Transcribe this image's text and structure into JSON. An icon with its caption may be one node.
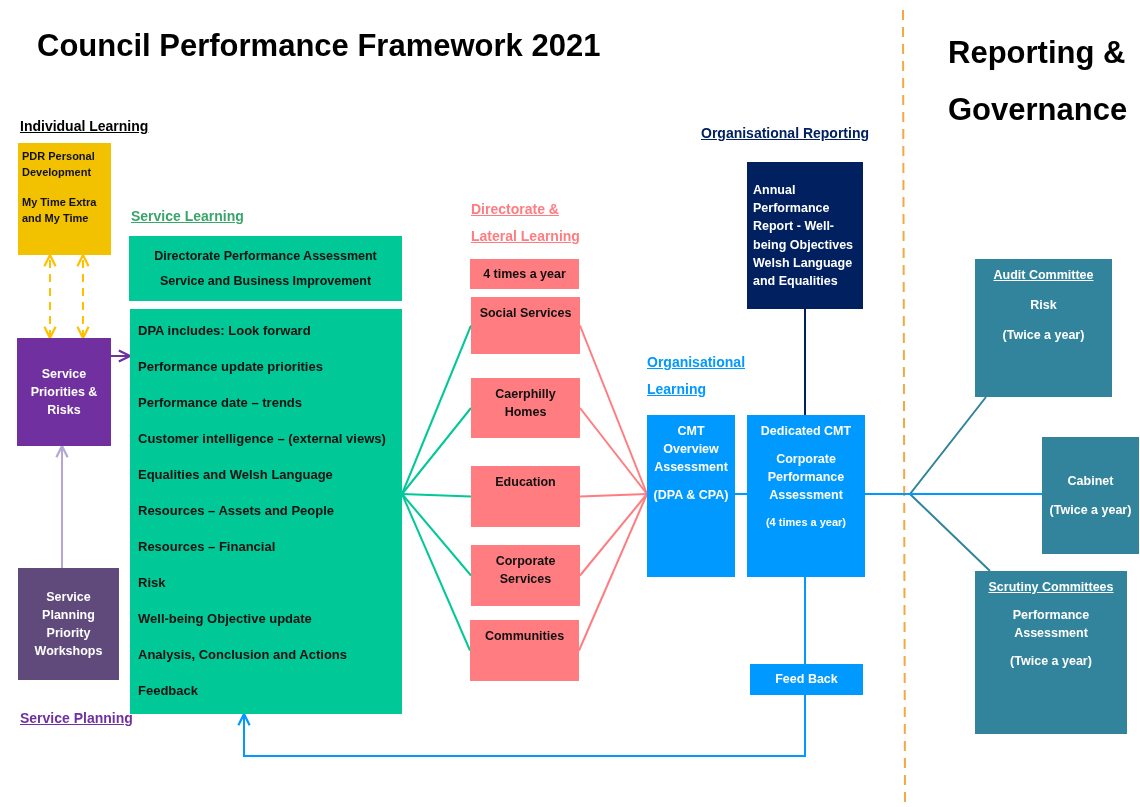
{
  "diagram": {
    "title": "Council Performance Framework 2021",
    "nodes": [
      {
        "text": [
          "PDR Personal Development",
          "My Time Extra and My Time"
        ]
      },
      {
        "text": [
          "Service Priorities & Risks"
        ]
      },
      {
        "text": [
          "Service Planning Priority Workshops"
        ]
      },
      {
        "text": [
          "Directorate Performance Assessment",
          "Service and Business Improvement"
        ]
      },
      {
        "text": [
          "DPA includes: Look forward",
          "Performance update priorities",
          "Performance date – trends",
          "Customer intelligence – (external views)",
          "Equalities and Welsh Language",
          "Resources – Assets and People",
          "Resources – Financial",
          "Risk",
          "Well-being Objective update",
          "Analysis, Conclusion and Actions",
          "Feedback"
        ]
      },
      {
        "text": [
          "4 times a year"
        ]
      },
      {
        "text": [
          "Social Services"
        ]
      },
      {
        "text": [
          "Caerphilly Homes"
        ]
      },
      {
        "text": [
          "Education"
        ]
      },
      {
        "text": [
          "Corporate Services"
        ]
      },
      {
        "text": [
          "Communities"
        ]
      },
      {
        "text": [
          "CMT Overview Assessment",
          "(DPA & CPA)"
        ]
      },
      {
        "text": [
          "Annual Performance Report - Well-being Objectives Welsh Language and Equalities"
        ]
      },
      {
        "text": [
          "Dedicated CMT",
          "Corporate Performance Assessment",
          "(4 times a year)"
        ]
      },
      {
        "text": [
          "Feed Back"
        ]
      },
      {
        "text": [
          "Audit Committee",
          "Risk",
          "(Twice a year)"
        ]
      },
      {
        "text": [
          "Cabinet",
          "(Twice a year)"
        ]
      },
      {
        "text": [
          "Scrutiny Committees",
          "Performance Assessment",
          "(Twice a year)"
        ]
      }
    ],
    "edges": [
      {
        "from": 1,
        "to": 0,
        "arrow": "both",
        "style": "dashed",
        "color": "#ffc000"
      },
      {
        "from": 1,
        "to": 0,
        "arrow": "both",
        "style": "dashed",
        "color": "#ffc000"
      },
      {
        "from": 1,
        "to": 4,
        "arrow": "to",
        "color": "#7030a0"
      },
      {
        "from": 2,
        "to": 1,
        "arrow": "to",
        "color": "#b4a7d6"
      },
      {
        "from": 4,
        "to": 6,
        "arrow": "none",
        "color": "#00c896"
      },
      {
        "from": 4,
        "to": 7,
        "arrow": "none",
        "color": "#00c896"
      },
      {
        "from": 4,
        "to": 8,
        "arrow": "none",
        "color": "#00c896"
      },
      {
        "from": 4,
        "to": 9,
        "arrow": "none",
        "color": "#00c896"
      },
      {
        "from": 4,
        "to": 10,
        "arrow": "none",
        "color": "#00c896"
      },
      {
        "from": 6,
        "to": 11,
        "arrow": "none",
        "color": "#ff7c80"
      },
      {
        "from": 7,
        "to": 11,
        "arrow": "none",
        "color": "#ff7c80"
      },
      {
        "from": 8,
        "to": 11,
        "arrow": "none",
        "color": "#ff7c80"
      },
      {
        "from": 9,
        "to": 11,
        "arrow": "none",
        "color": "#ff7c80"
      },
      {
        "from": 10,
        "to": 11,
        "arrow": "none",
        "color": "#ff7c80"
      },
      {
        "from": 11,
        "to": 13,
        "arrow": "none",
        "color": "#0099ff"
      },
      {
        "from": 12,
        "to": 13,
        "arrow": "none",
        "color": "#002060"
      },
      {
        "from": 13,
        "to": 14,
        "arrow": "none",
        "color": "#0099ff"
      },
      {
        "from": 14,
        "to": 4,
        "arrow": "to",
        "color": "#0099ff"
      },
      {
        "from": 13,
        "to": 15,
        "arrow": "none",
        "color": "#31849b"
      },
      {
        "from": 13,
        "to": 16,
        "arrow": "none",
        "color": "#0099ff"
      },
      {
        "from": 13,
        "to": 17,
        "arrow": "none",
        "color": "#31849b"
      }
    ],
    "labels": [
      "Reporting & Governance",
      "Individual Learning",
      "Service Learning",
      "Directorate & Lateral Learning",
      "Organisational Reporting",
      "Organisational Learning",
      "Service Planning"
    ]
  }
}
